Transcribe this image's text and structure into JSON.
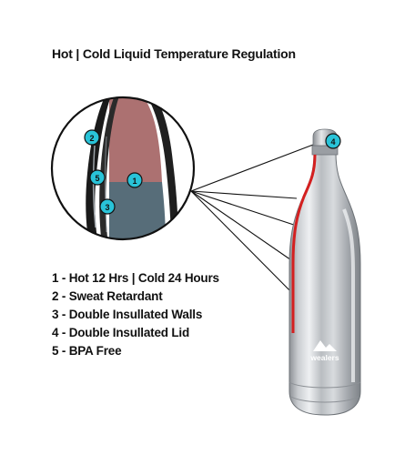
{
  "title": "Hot | Cold Liquid Temperature Regulation",
  "features": [
    {
      "num": "1",
      "label": "1 - Hot 12 Hrs | Cold 24 Hours"
    },
    {
      "num": "2",
      "label": "2 - Sweat Retardant"
    },
    {
      "num": "3",
      "label": "3 - Double Insullated Walls"
    },
    {
      "num": "4",
      "label": "4 - Double Insullated Lid"
    },
    {
      "num": "5",
      "label": "5 - BPA Free"
    }
  ],
  "brand": "wealers",
  "colors": {
    "callout": "#29c3d8",
    "warm_layer": "#a86a6a",
    "cold_layer": "#4f6672",
    "red_line": "#d42020",
    "steel": "#bfc3c7"
  }
}
